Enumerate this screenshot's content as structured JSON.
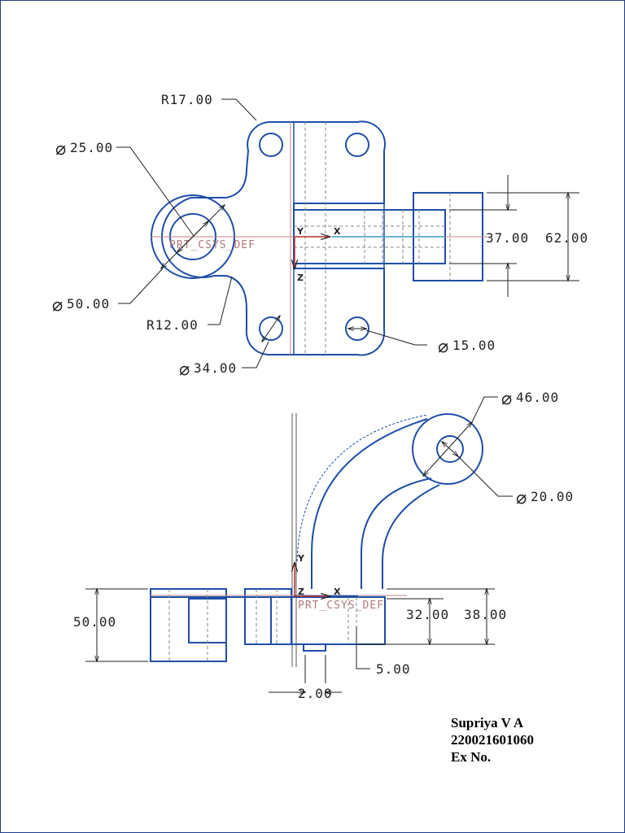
{
  "colors": {
    "outline": "#1f4fa8",
    "hidden": "#8a8a8a",
    "dimension": "#222222",
    "frame": "#1f3d8f",
    "center": "#c08080"
  },
  "top_view": {
    "dims": {
      "r17": "R17.00",
      "d25": "25.00",
      "d50": "50.00",
      "r12": "R12.00",
      "d34": "34.00",
      "d15": "15.00",
      "h37": "37.00",
      "h62": "62.00"
    },
    "csys_label": "PRT_CSYS_DEF",
    "axis_y": "Y",
    "axis_x": "X",
    "axis_z": "Z"
  },
  "front_view": {
    "dims": {
      "d46": "46.00",
      "d20": "20.00",
      "h50": "50.00",
      "h32": "32.00",
      "h38": "38.00",
      "d5": "5.00",
      "d2": "2.00"
    },
    "csys_label": "PRT_CSYS_DEF",
    "axis_y": "Y",
    "axis_x": "X",
    "axis_z": "Z"
  },
  "title_block": {
    "name": "Supriya V A",
    "id": "220021601060",
    "exercise": "Ex No."
  }
}
